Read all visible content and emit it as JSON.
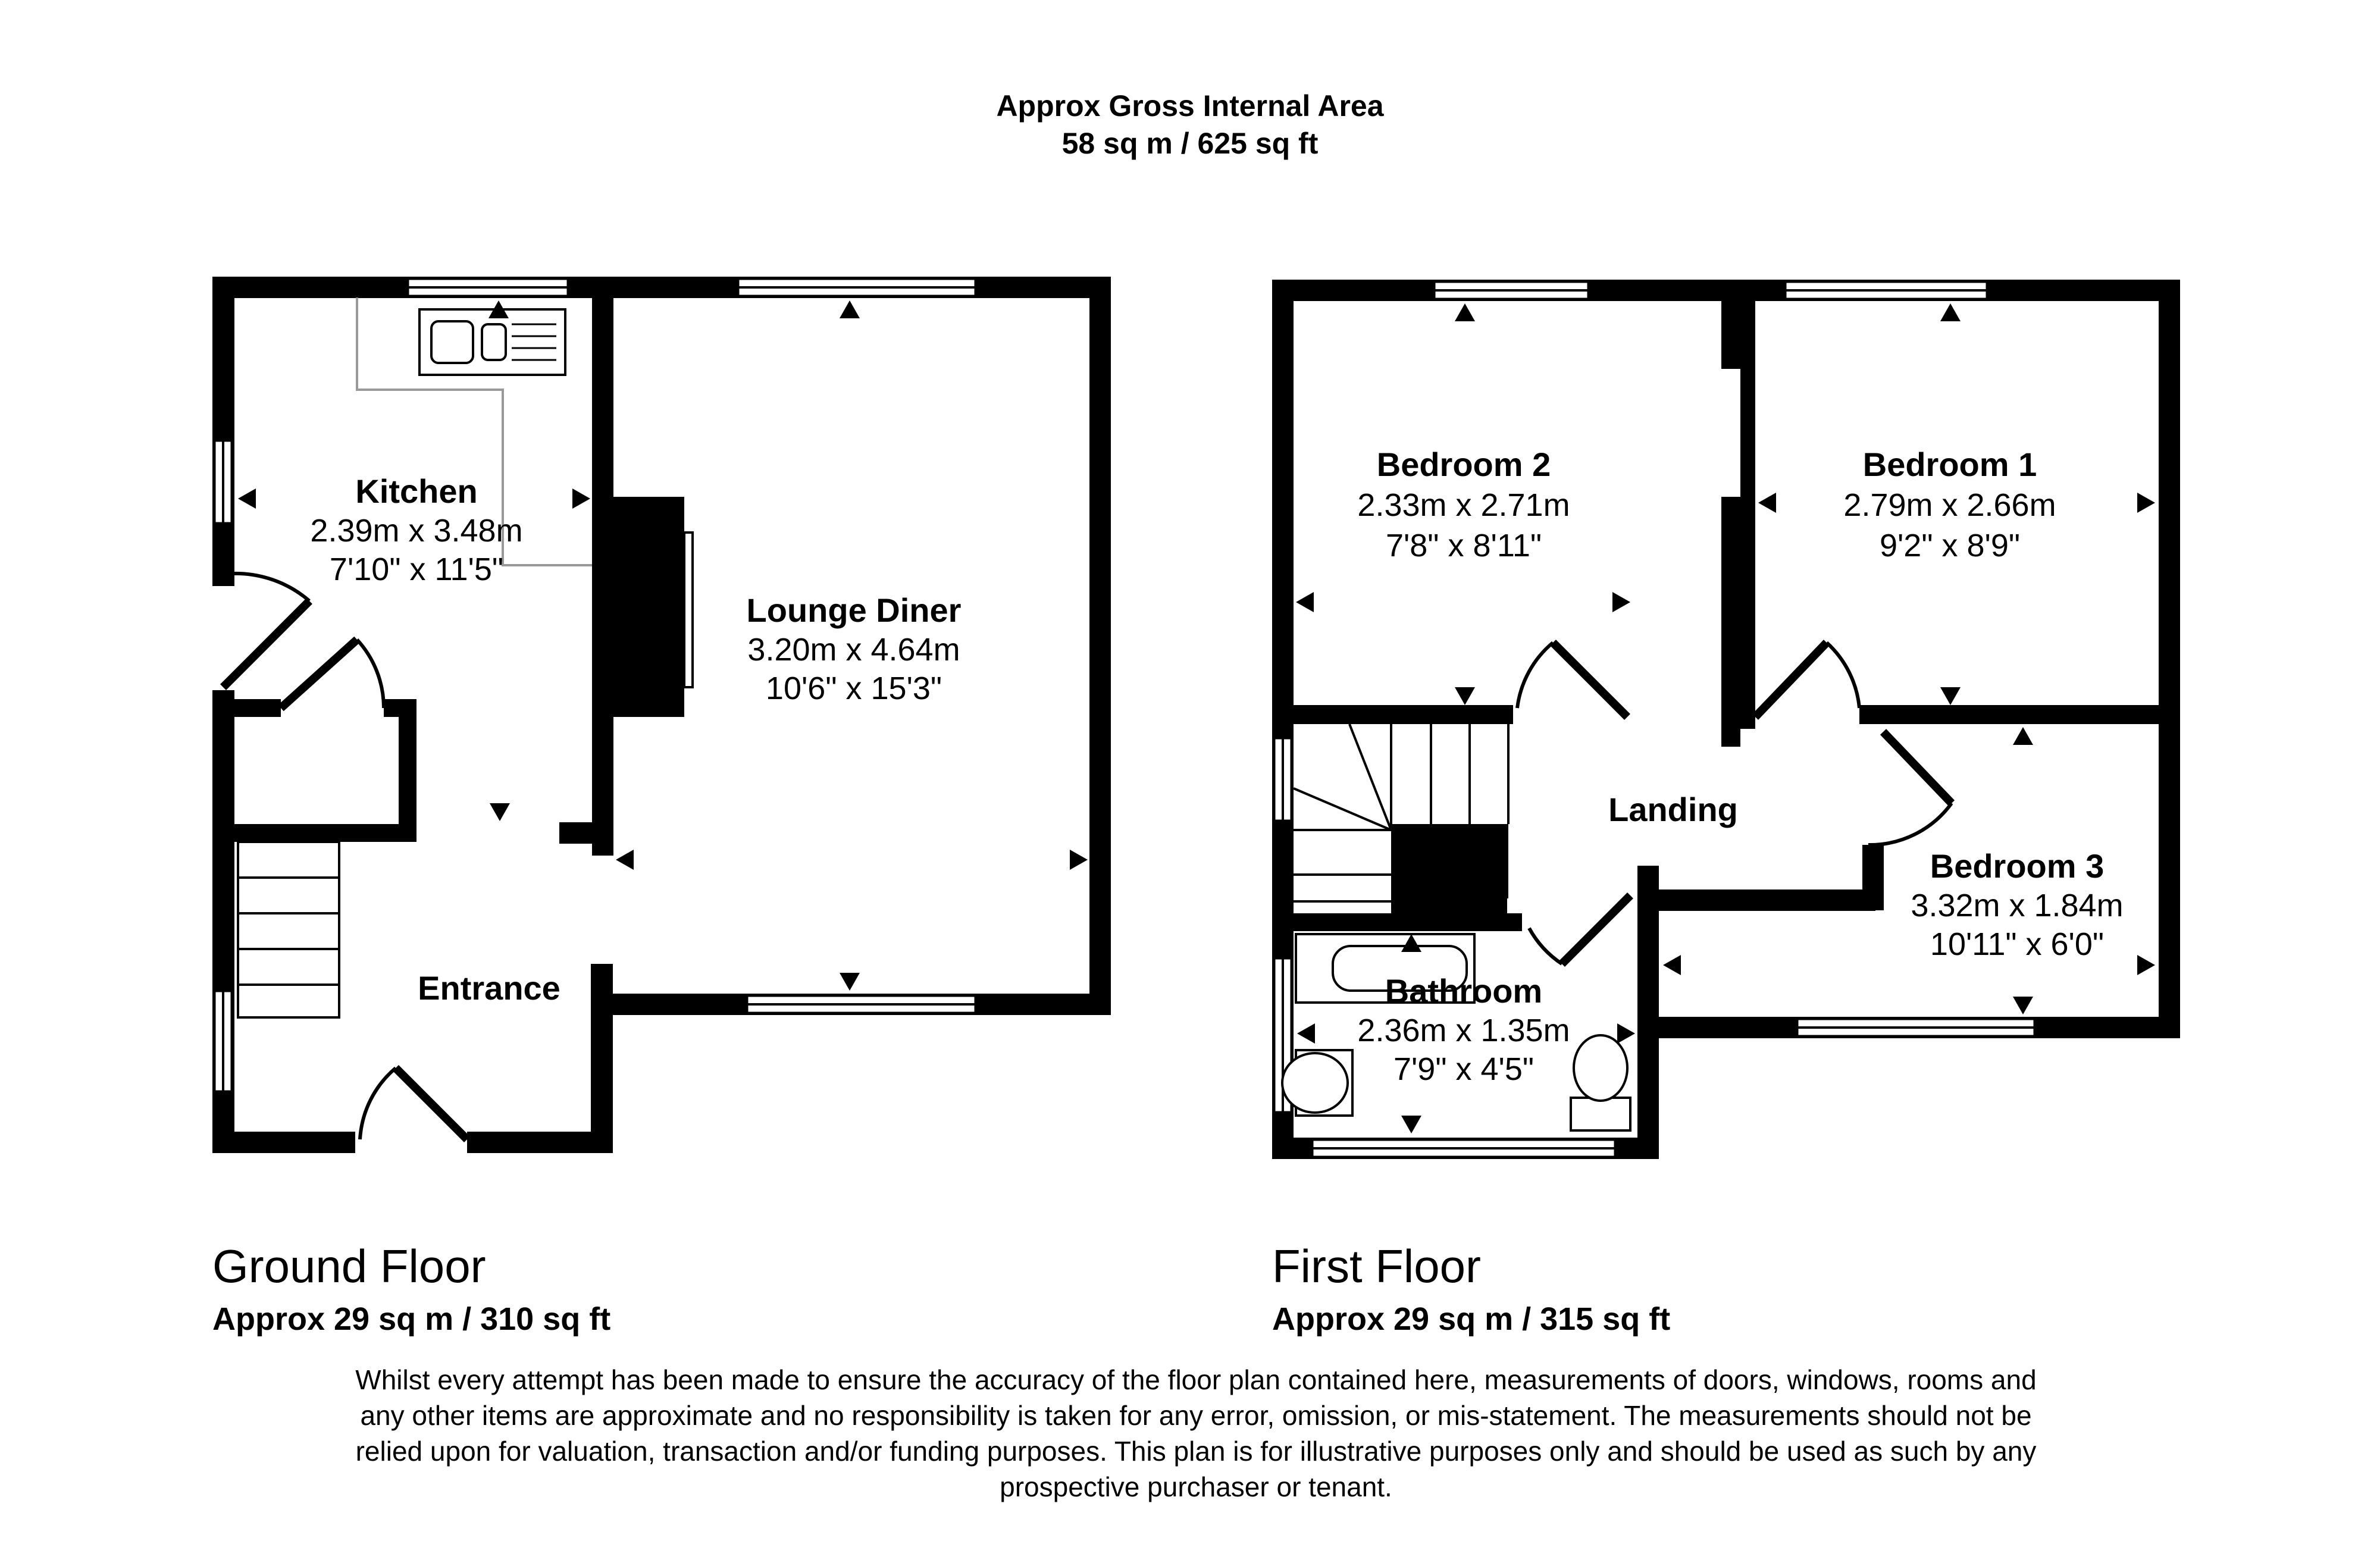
{
  "header": {
    "title": "Approx Gross Internal Area",
    "area": "58 sq m / 625 sq ft"
  },
  "ground_floor": {
    "title": "Ground Floor",
    "area": "Approx 29 sq m / 310 sq ft",
    "rooms": {
      "kitchen": {
        "name": "Kitchen",
        "metric": "2.39m x 3.48m",
        "imperial": "7'10\" x 11'5\""
      },
      "lounge": {
        "name": "Lounge Diner",
        "metric": "3.20m x 4.64m",
        "imperial": "10'6\" x 15'3\""
      },
      "entrance": {
        "name": "Entrance"
      }
    }
  },
  "first_floor": {
    "title": "First Floor",
    "area": "Approx 29 sq m / 315 sq ft",
    "rooms": {
      "bedroom2": {
        "name": "Bedroom 2",
        "metric": "2.33m x 2.71m",
        "imperial": "7'8\" x 8'11\""
      },
      "bedroom1": {
        "name": "Bedroom 1",
        "metric": "2.79m x 2.66m",
        "imperial": "9'2\" x 8'9\""
      },
      "bedroom3": {
        "name": "Bedroom 3",
        "metric": "3.32m x 1.84m",
        "imperial": "10'11\" x 6'0\""
      },
      "landing": {
        "name": "Landing"
      },
      "bathroom": {
        "name": "Bathroom",
        "metric": "2.36m x 1.35m",
        "imperial": "7'9\" x 4'5\""
      }
    }
  },
  "disclaimer": [
    "Whilst every attempt has been made to ensure the accuracy of the floor plan contained here, measurements of doors, windows, rooms and",
    "any other items are approximate and no responsibility is taken for any error, omission, or mis-statement. The measurements should not be",
    "relied upon for valuation, transaction and/or funding purposes. This plan is for illustrative purposes only and should be used as such by any",
    "prospective purchaser or tenant."
  ]
}
